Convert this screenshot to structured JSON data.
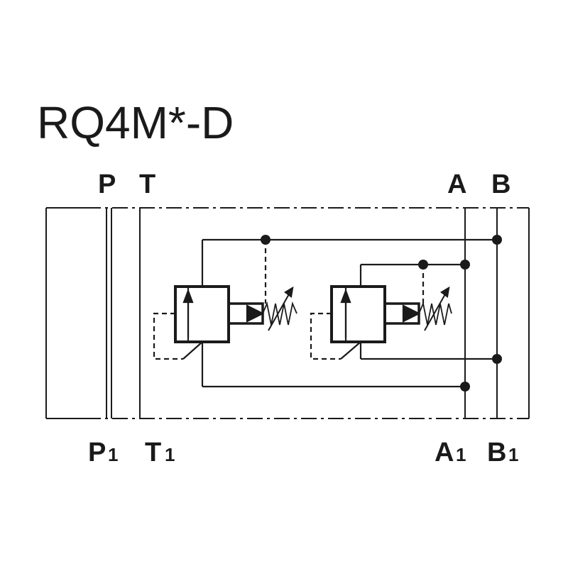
{
  "title": "RQ4M*-D",
  "ports_top": {
    "p": "P",
    "t": "T",
    "a": "A",
    "b": "B"
  },
  "ports_bottom": {
    "p_letter": "P",
    "p_index": "1",
    "t_letter": "T",
    "t_index": "1",
    "a_letter": "A",
    "a_index": "1",
    "b_letter": "B",
    "b_index": "1"
  },
  "colors": {
    "line": "#1a1a1a",
    "background": "#ffffff"
  }
}
